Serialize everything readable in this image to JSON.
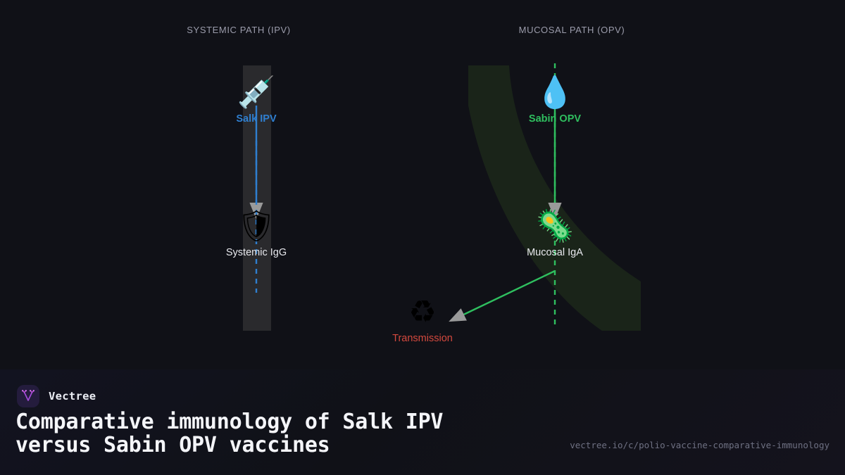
{
  "theme": {
    "background": "#101117",
    "blue": "#2f7fd0",
    "green": "#2fbf5f",
    "red": "#d4493e",
    "white": "#e8e9ee",
    "header_grey": "#9b9cab",
    "left_band": "#2c2c2e",
    "right_band": "#1a2419",
    "arrow_grey": "#9a9a9a",
    "brand_purple": "#c14fe0"
  },
  "columns": [
    {
      "id": "systemic",
      "label": "SYSTEMIC PATH (IPV)"
    },
    {
      "id": "mucosal",
      "label": "MUCOSAL PATH (OPV)"
    }
  ],
  "nodes": [
    {
      "id": "salk",
      "icon": "syringe-icon",
      "glyph": "💉",
      "label": "Salk IPV",
      "color": "blue"
    },
    {
      "id": "systemic_igg",
      "icon": "shield-icon",
      "glyph": "🛡",
      "label": "Systemic IgG",
      "color": "white"
    },
    {
      "id": "sabin",
      "icon": "droplet-icon",
      "glyph": "💧",
      "label": "Sabin OPV",
      "color": "green"
    },
    {
      "id": "mucosal_iga",
      "icon": "microbe-icon",
      "glyph": "🦠",
      "label": "Mucosal IgA",
      "color": "white"
    },
    {
      "id": "transmission",
      "icon": "recycle-icon",
      "glyph": "♻",
      "label": "Transmission",
      "color": "red"
    }
  ],
  "edges": [
    {
      "id": "salk-to-igg",
      "from": "salk",
      "to": "systemic_igg",
      "style": "solid",
      "color": "blue"
    },
    {
      "id": "igg-continues",
      "from": "systemic_igg",
      "to": "",
      "style": "dashed",
      "color": "blue"
    },
    {
      "id": "sabin-to-iga",
      "from": "sabin",
      "to": "mucosal_iga",
      "style": "solid",
      "color": "green"
    },
    {
      "id": "iga-to-transmission",
      "from": "mucosal_iga",
      "to": "transmission",
      "style": "solid",
      "color": "green"
    },
    {
      "id": "mucosal-spine",
      "from": "sabin",
      "to": "",
      "style": "dashed",
      "color": "green"
    }
  ],
  "brand": {
    "name": "Vectree",
    "logo_icon": "vectree-tree-logo"
  },
  "footer": {
    "title": "Comparative immunology of Salk IPV\nversus Sabin OPV vaccines",
    "url": "vectree.io/c/polio-vaccine-comparative-immunology"
  }
}
